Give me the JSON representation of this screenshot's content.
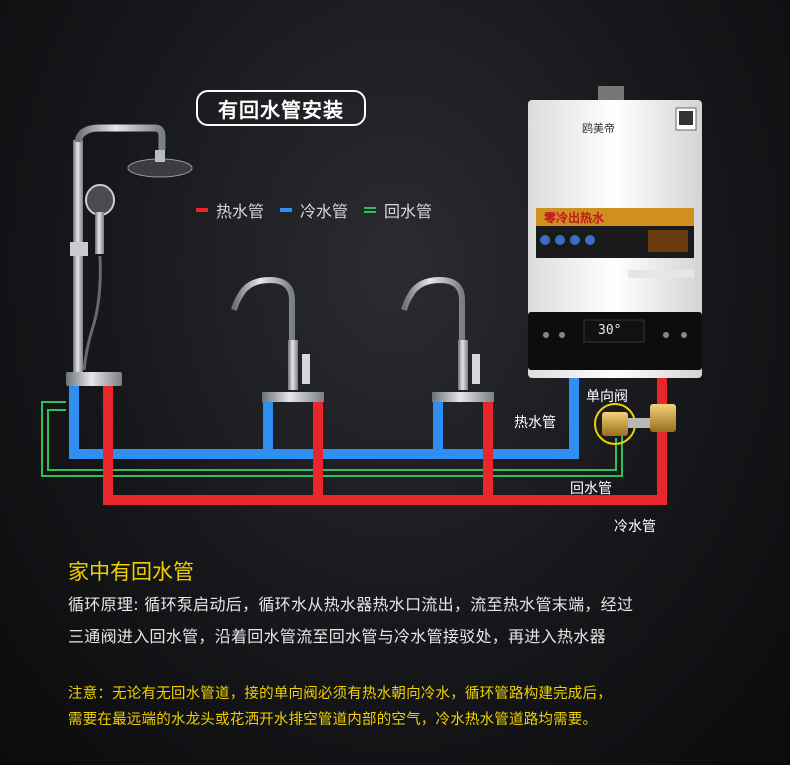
{
  "title": "有回水管安装",
  "legend": [
    {
      "label": "热水管",
      "color": "#e8262b"
    },
    {
      "label": "冷水管",
      "color": "#2f8ff0"
    },
    {
      "label": "回水管",
      "color": "#2ec05a"
    }
  ],
  "heater": {
    "brand": "鸥美帝",
    "panel_banner": "零冷出热水",
    "display_text": "30°"
  },
  "pipe_labels": {
    "check_valve": "单向阀",
    "hot_pipe": "热水管",
    "return_pipe": "回水管",
    "cold_pipe": "冷水管"
  },
  "section": {
    "heading": "家中有回水管",
    "line1": "循环原理: 循环泵启动后，循环水从热水器热水口流出，流至热水管末端，经过",
    "line2": "三通阀进入回水管，沿着回水管流至回水管与冷水管接驳处，再进入热水器",
    "note1": "注意：无论有无回水管道，接的单向阀必须有热水朝向冷水，循环管路构建完成后，",
    "note2": "需要在最远端的水龙头或花洒开水排空管道内部的空气，冷水热水管道路均需要。"
  }
}
